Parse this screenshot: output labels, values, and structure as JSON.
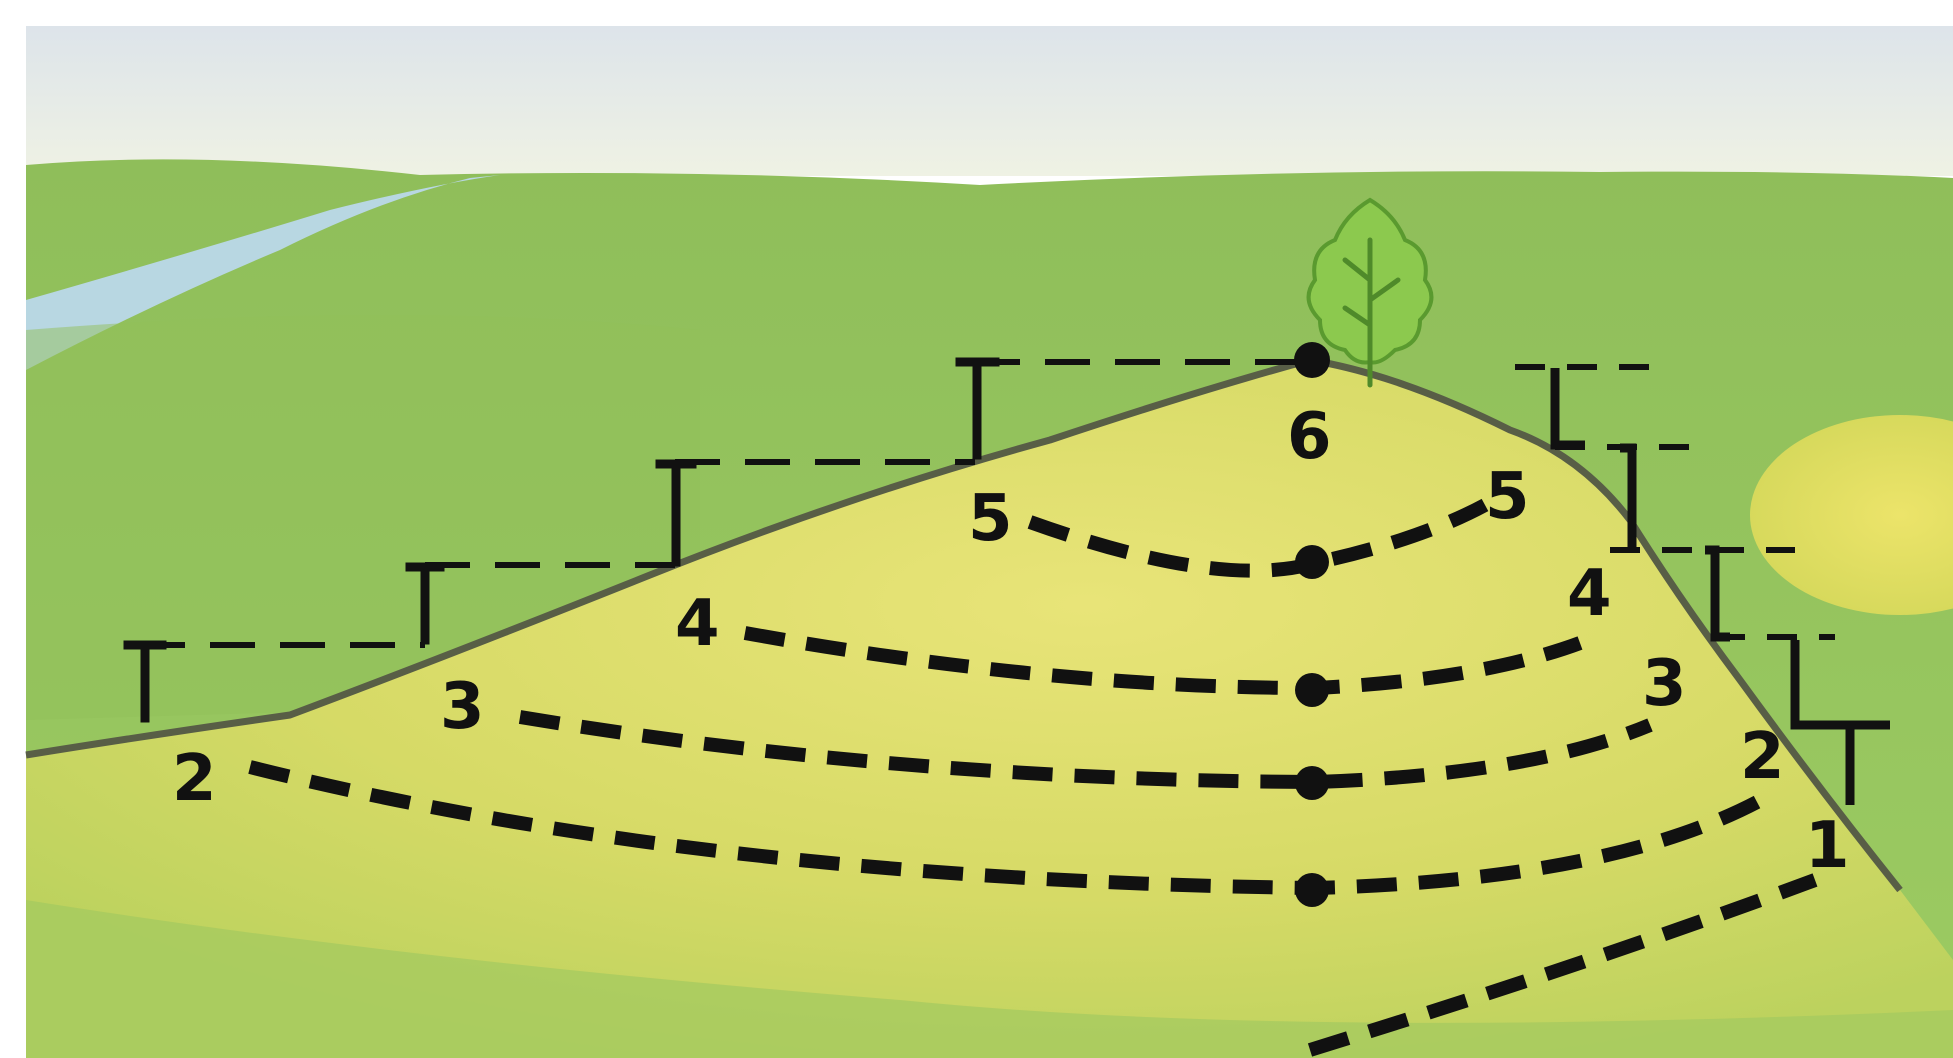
{
  "scene": {
    "colors": {
      "sky_top": "#dfe6ea",
      "sky_bottom": "#eef1e8",
      "field": "#8fc25a",
      "field_light": "#a8d06a",
      "hill": "#d8dc66",
      "hill_light": "#e6e474",
      "river": "#b6d6e2",
      "ink": "#111111",
      "ridge": "#555a48",
      "tree": "#7cc043",
      "right_patch": "#e2dd5a"
    },
    "icons": [
      "tree-icon"
    ]
  },
  "contours": {
    "label_1": "1",
    "label_2": "2",
    "label_3": "3",
    "label_4": "4",
    "label_5": "5",
    "label_6": "6"
  }
}
